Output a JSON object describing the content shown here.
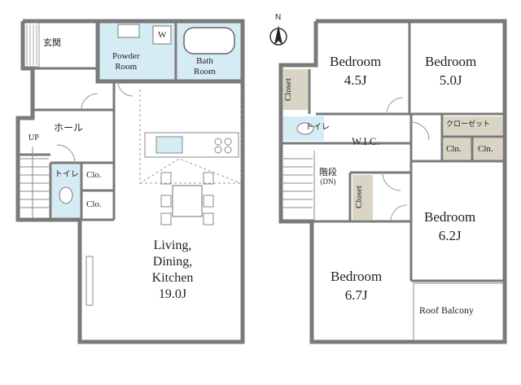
{
  "compass": {
    "north_label": "N"
  },
  "floor1": {
    "entrance": "玄関",
    "powder_room": {
      "line1": "Powder",
      "line2": "Room"
    },
    "washer": "W",
    "bath_room": {
      "line1": "Bath",
      "line2": "Room"
    },
    "hall": "ホール",
    "up": "UP",
    "toilet": "トイレ",
    "closet_1": "Clo.",
    "closet_2": "Clo.",
    "ldk": {
      "line1": "Living,",
      "line2": "Dining,",
      "line3": "Kitchen",
      "line4": "19.0J"
    }
  },
  "floor2": {
    "bedroom_a": {
      "name": "Bedroom",
      "size": "4.5J"
    },
    "bedroom_b": {
      "name": "Bedroom",
      "size": "5.0J"
    },
    "closet_left": "Closet",
    "toilet": "トイレ",
    "wic": "W.I.C.",
    "closet_jp": "クローゼット",
    "cln_1": "Cln.",
    "cln_2": "Cln.",
    "stairs": {
      "line1": "階段",
      "line2": "(DN)"
    },
    "closet_mid": "Closet",
    "bedroom_c": {
      "name": "Bedroom",
      "size": "6.2J"
    },
    "bedroom_d": {
      "name": "Bedroom",
      "size": "6.7J"
    },
    "roof_balcony": "Roof Balcony"
  },
  "colors": {
    "wall": "#7a7a7a",
    "wet_area": "#d6ecf5",
    "closet": "#d9d4c4",
    "line": "#888888"
  }
}
